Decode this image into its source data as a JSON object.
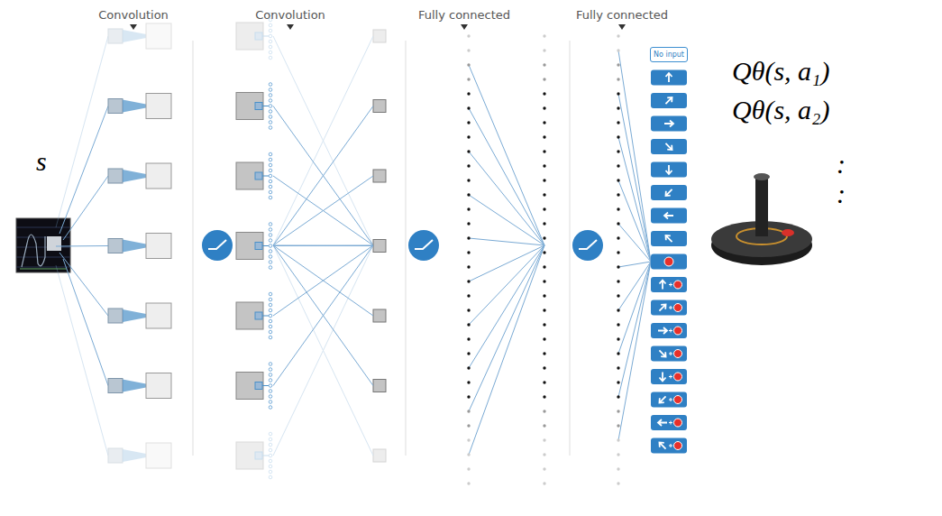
{
  "diagram": {
    "nodes": [
      {
        "text": [
          "No input"
        ]
      }
    ],
    "labels": [
      "Convolution",
      "Convolution",
      "Fully connected",
      "Fully connected",
      "s",
      "Qθ(s, a₁)",
      "Qθ(s, a₂)",
      ":",
      ":"
    ]
  }
}
